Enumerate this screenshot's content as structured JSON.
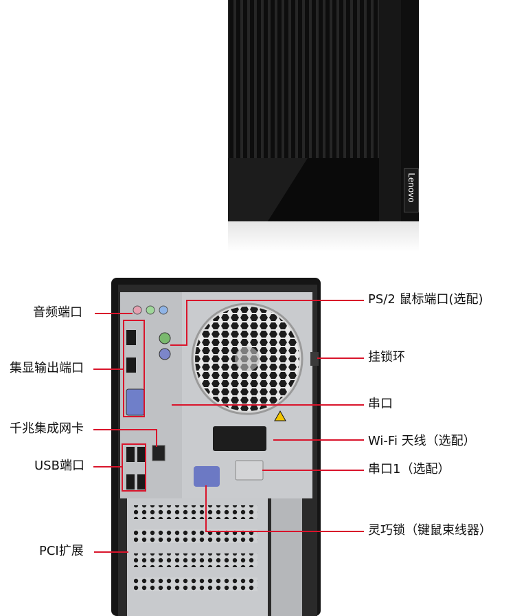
{
  "brand": {
    "logo_text": "Lenovo"
  },
  "callouts": {
    "left": [
      {
        "id": "audio",
        "text": "音频端口"
      },
      {
        "id": "display",
        "text": "集显输出端口"
      },
      {
        "id": "lan",
        "text": "千兆集成网卡"
      },
      {
        "id": "usb",
        "text": "USB端口"
      },
      {
        "id": "pci",
        "text": "PCI扩展"
      }
    ],
    "right": [
      {
        "id": "ps2",
        "text": "PS/2 鼠标端口(选配)"
      },
      {
        "id": "lock_ring",
        "text": "挂锁环"
      },
      {
        "id": "serial",
        "text": "串口"
      },
      {
        "id": "wifi",
        "text": "Wi-Fi 天线（选配）"
      },
      {
        "id": "serial1",
        "text": "串口1（选配）"
      },
      {
        "id": "smart_lock",
        "text": "灵巧锁（键鼠束线器）"
      }
    ]
  },
  "colors": {
    "callout_line": "#d9142b",
    "case_black": "#141414",
    "panel_gray": "#bfc1c4",
    "warning_yellow": "#f2c500"
  }
}
